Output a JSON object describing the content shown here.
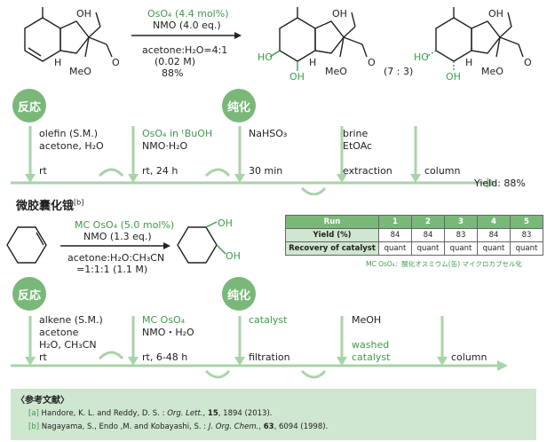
{
  "scheme1": {
    "reagent_line1": "OsO₄ (4.4 mol%)",
    "reagent_line2": "NMO (4.0 eq.)",
    "solvent_line1": "acetone:H₂O=4:1",
    "solvent_line2": "(0.02 M)",
    "yield_line": "88%",
    "ratio": "(7 : 3)",
    "atom_labels": {
      "oh": "OH",
      "h": "H",
      "meo": "MeO",
      "o": "O",
      "ho": "HO"
    }
  },
  "flow1": {
    "badge_start": "反応",
    "badge_workup": "纯化",
    "col1_top": [
      "olefin (S.M.)",
      "acetone, H₂O"
    ],
    "col1_bottom": "rt",
    "col2_top": [
      "OsO₄ in ᵗBuOH",
      "NMO·H₂O"
    ],
    "col2_bottom": "rt, 24 h",
    "col3_top": [
      "NaHSO₃"
    ],
    "col3_bottom": "30 min",
    "col4_top": [
      "brine",
      "EtOAc"
    ],
    "col4_bottom": "extraction",
    "col5_bottom": "column",
    "yield": "Yield: 88%"
  },
  "section2_title": "微胶囊化锇",
  "section2_ref": "[b]",
  "scheme2": {
    "reagent_line1": "MC OsO₄ (5.0 mol%)",
    "reagent_line2": "NMO (1.3 eq.)",
    "solvent_line1": "acetone:H₂O:CH₃CN",
    "solvent_line2": "=1:1:1 (1.1 M)",
    "oh": "OH"
  },
  "table": {
    "headers": [
      "Run",
      "1",
      "2",
      "3",
      "4",
      "5"
    ],
    "rows": [
      {
        "label": "Yield (%)",
        "values": [
          "84",
          "84",
          "83",
          "84",
          "83"
        ]
      },
      {
        "label": "Recovery of catalyst",
        "values": [
          "quant",
          "quant",
          "quant",
          "quant",
          "quant"
        ]
      }
    ],
    "footnote": "MC OsO₄：酸化オスミウム(缶) マイクロカプセル化"
  },
  "flow2": {
    "badge_start": "反応",
    "badge_workup": "纯化",
    "col1_top": [
      "alkene (S.M.)",
      "acetone",
      "H₂O, CH₃CN"
    ],
    "col1_bottom": "rt",
    "col2_top": [
      "MC OsO₄",
      "NMO・H₂O"
    ],
    "col2_bottom": "rt, 6-48 h",
    "col3_top": [
      "catalyst"
    ],
    "col3_bottom": "filtration",
    "col4_top": [
      "MeOH"
    ],
    "col4_mid": [
      "washed",
      "catalyst"
    ],
    "col5_bottom": "column"
  },
  "references": {
    "title": "〈参考文献〉",
    "items": [
      {
        "tag": "[a]",
        "authors": "Handore, K. L. and Reddy, D. S. : ",
        "journal": "Org. Lett.",
        "rest_bold": "15",
        "rest": ", 1894 (2013)."
      },
      {
        "tag": "[b]",
        "authors": "Nagayama, S., Endo ,M. and Kobayashi, S. : ",
        "journal": "J. Org. Chem.",
        "rest_bold": "63",
        "rest": ", 6094 (1998)."
      }
    ]
  },
  "colors": {
    "accent": "#7ab87a",
    "green_text": "#3f9a4c",
    "ref_bg": "#cfe6cf",
    "arrow": "#a9d3a9"
  }
}
